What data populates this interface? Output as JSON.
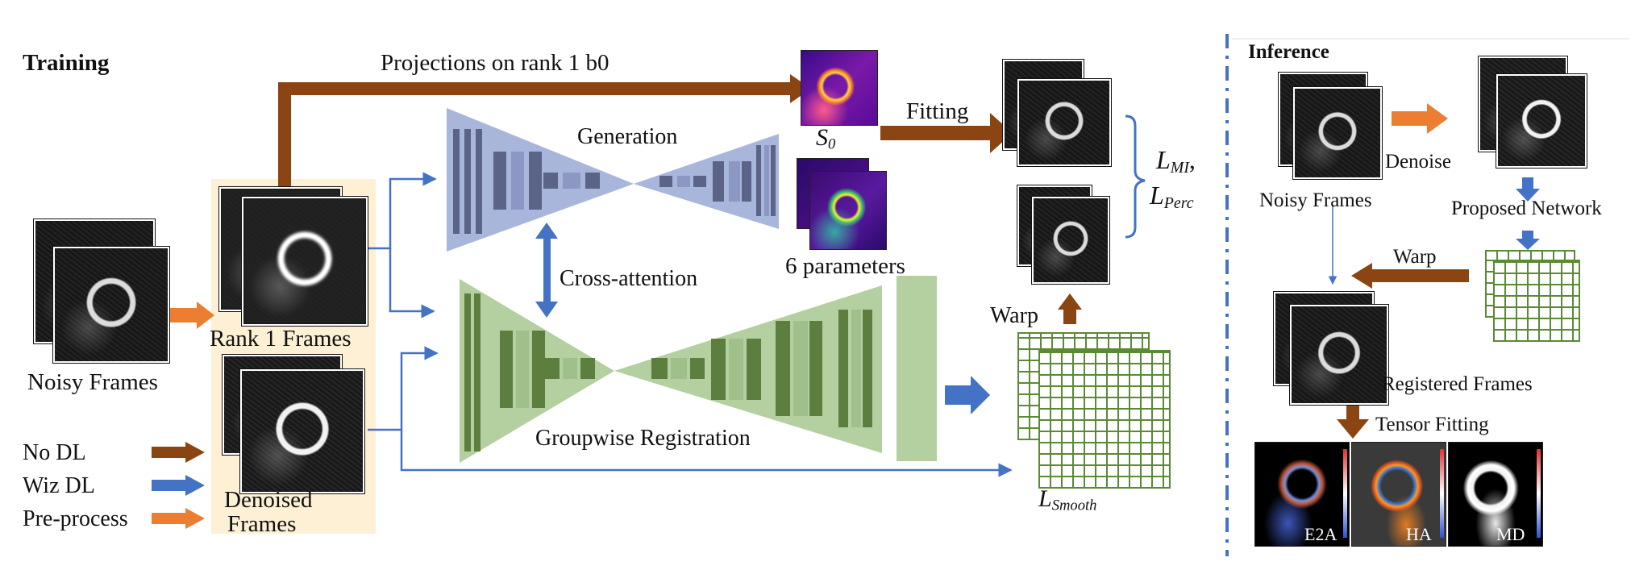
{
  "training": {
    "title": "Training",
    "projection_label": "Projections on rank 1 b0",
    "s0_label_main": "S",
    "s0_label_sub": "0",
    "params_label": "6 parameters",
    "generation_label": "Generation",
    "cross_attention_label": "Cross-attention",
    "groupwise_label": "Groupwise Registration",
    "fitting_label": "Fitting",
    "warp_label": "Warp",
    "loss_mi_main": "L",
    "loss_mi_sub": "MI",
    "loss_mi_comma": ",",
    "loss_perc_main": "L",
    "loss_perc_sub": "Perc",
    "loss_smooth_main": "L",
    "loss_smooth_sub": "Smooth",
    "noisy_frames_label": "Noisy Frames",
    "rank1_frames_label": "Rank 1 Frames",
    "denoised_frames_label_line1": "Denoised",
    "denoised_frames_label_line2": "Frames"
  },
  "legend": {
    "items": [
      {
        "label": "No DL",
        "color": "#8b4513"
      },
      {
        "label": "Wiz DL",
        "color": "#4472c4"
      },
      {
        "label": "Pre-process",
        "color": "#ed7d31"
      }
    ]
  },
  "inference": {
    "title": "Inference",
    "noisy_frames_label": "Noisy Frames",
    "denoise_label": "Denoise",
    "proposed_network_label": "Proposed Network",
    "warp_label": "Warp",
    "registered_frames_label": "Registered Frames",
    "tensor_fitting_label": "Tensor Fitting",
    "maps": [
      {
        "label": "E2A"
      },
      {
        "label": "HA"
      },
      {
        "label": "MD"
      }
    ]
  },
  "colors": {
    "brown": "#8b4513",
    "blue": "#4472c4",
    "orange": "#ed7d31",
    "green_net": "#b4cfa0",
    "green_dark": "#5c7f3f",
    "blue_net": "#a8b6dc",
    "blue_dark": "#5b6387",
    "highlight_bg": "#fdf0d5",
    "divider": "#4472c4"
  }
}
